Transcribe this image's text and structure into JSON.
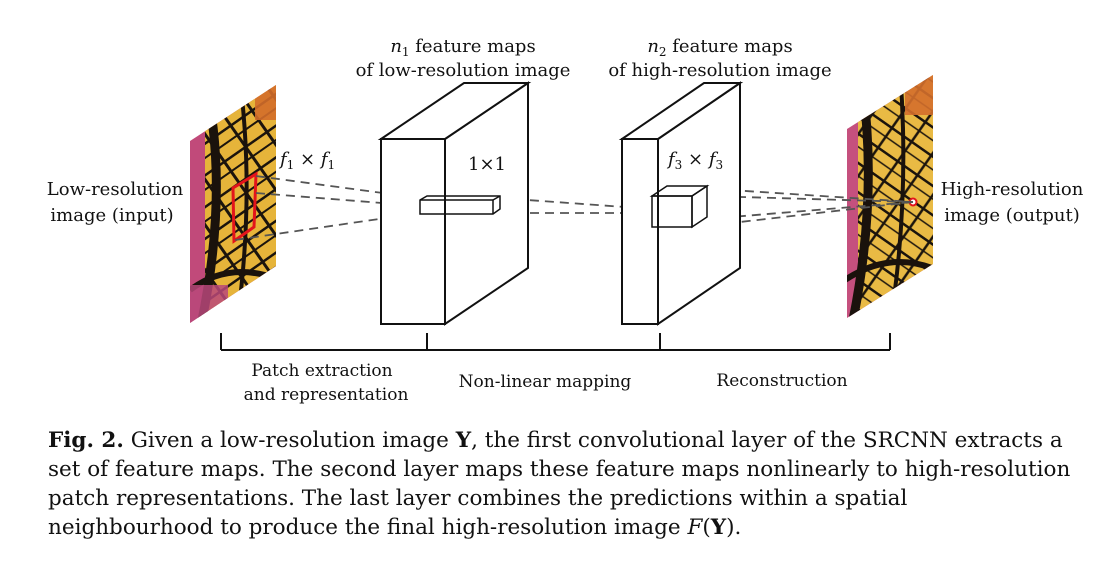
{
  "diagram": {
    "input_label": [
      "Low-resolution",
      "image (input)"
    ],
    "output_label": [
      "High-resolution",
      "image (output)"
    ],
    "kernel1_label": {
      "sym": "f",
      "sub": "1",
      "op": " × ",
      "sym2": "f",
      "sub2": "1"
    },
    "kernel2_label": "1×1",
    "kernel3_label": {
      "sym": "f",
      "sub": "3",
      "op": " × ",
      "sym2": "f",
      "sub2": "3"
    },
    "maps1_label": {
      "n": "n",
      "sub": "1",
      "rest": " feature maps",
      "line2": "of low-resolution image"
    },
    "maps2_label": {
      "n": "n",
      "sub": "2",
      "rest": " feature maps",
      "line2": "of high-resolution image"
    },
    "stages": [
      {
        "lines": [
          "Patch extraction",
          "and representation"
        ]
      },
      {
        "lines": [
          "Non-linear mapping"
        ]
      },
      {
        "lines": [
          "Reconstruction"
        ]
      }
    ],
    "colors": {
      "highlight": "#e3141b",
      "ink": "#111111",
      "dash": "#555555",
      "wing_yellow": "#e8b63c",
      "wing_black": "#1a120c",
      "bg_pink": "#c0487a"
    }
  },
  "caption": {
    "figno": "Fig. 2.",
    "text_a": " Given a low-resolution image ",
    "sym_Y": "Y",
    "text_b": ", the first convolutional layer of the SRCNN extracts a set of feature maps. The second layer maps these feature maps nonlinearly to high-resolution patch representations. The last layer combines the predictions within a spatial neighbourhood to produce the final high-resolution image ",
    "sym_F": "F",
    "paren_open": "(",
    "sym_Y2": "Y",
    "paren_close": ").",
    "lines": [
      "extracts a set of feature maps. The second layer maps these feature maps nonlinearly to",
      "high-resolution patch representations. The last layer combines the predictions within",
      "a spatial neighbourhood to produce the final high-resolution image "
    ]
  }
}
